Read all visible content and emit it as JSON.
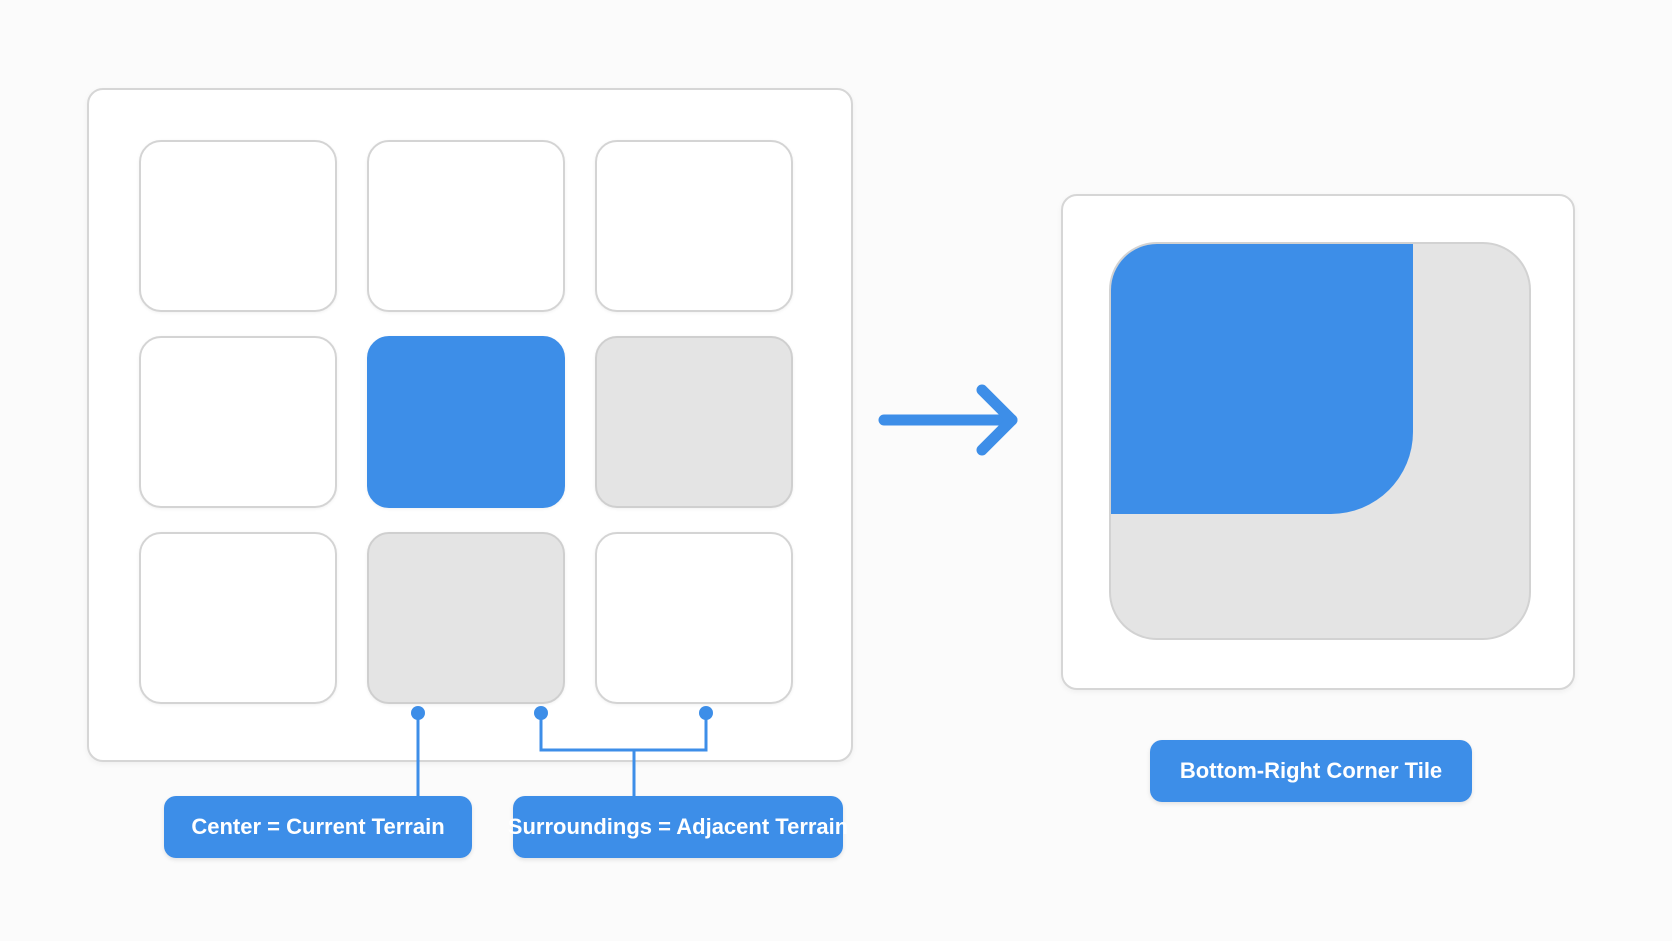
{
  "colors": {
    "accent": "#3d8ee8",
    "adjacent_fill": "#e4e4e4",
    "empty_fill": "#ffffff",
    "border": "#d4d4d4",
    "label_text": "#ffffff"
  },
  "grid": {
    "cells": [
      {
        "row": 1,
        "col": 1,
        "state": "empty"
      },
      {
        "row": 1,
        "col": 2,
        "state": "empty"
      },
      {
        "row": 1,
        "col": 3,
        "state": "empty"
      },
      {
        "row": 2,
        "col": 1,
        "state": "empty"
      },
      {
        "row": 2,
        "col": 2,
        "state": "center"
      },
      {
        "row": 2,
        "col": 3,
        "state": "adjacent"
      },
      {
        "row": 3,
        "col": 1,
        "state": "empty"
      },
      {
        "row": 3,
        "col": 2,
        "state": "adjacent"
      },
      {
        "row": 3,
        "col": 3,
        "state": "empty"
      }
    ]
  },
  "labels": {
    "center": "Center = Current Terrain",
    "surroundings": "Surroundings = Adjacent Terrain",
    "result": "Bottom-Right Corner Tile"
  },
  "icons": {
    "arrow": "arrow-right-icon"
  }
}
